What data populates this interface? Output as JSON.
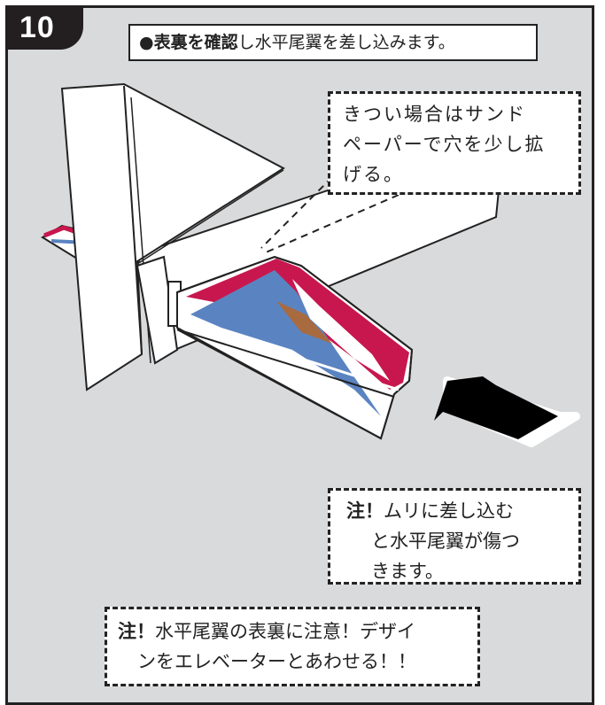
{
  "step": {
    "number": "10"
  },
  "title": {
    "emphasis": "●表裏を確認",
    "rest": "し水平尾翼を差し込みます。"
  },
  "tip_callout": {
    "lines": [
      "きつい場合はサンド",
      "ペーパーで穴を少し拡",
      "げる。"
    ]
  },
  "note_1": {
    "label": "注！",
    "lines": [
      "ムリに差し込む",
      "と水平尾翼が傷つ",
      "きます。"
    ]
  },
  "note_2": {
    "label": "注！",
    "lines": [
      "水平尾翼の表裏に注意！デザイ",
      "ンをエレベーターとあわせる！！"
    ]
  },
  "colors": {
    "panel": "#d9dadb",
    "wing_red": "#c8174e",
    "wing_blue": "#5a84c1",
    "wing_brown": "#a86a3f",
    "arrow": "#000000"
  },
  "icons": {
    "insert_arrow": "arrow-right-icon"
  }
}
